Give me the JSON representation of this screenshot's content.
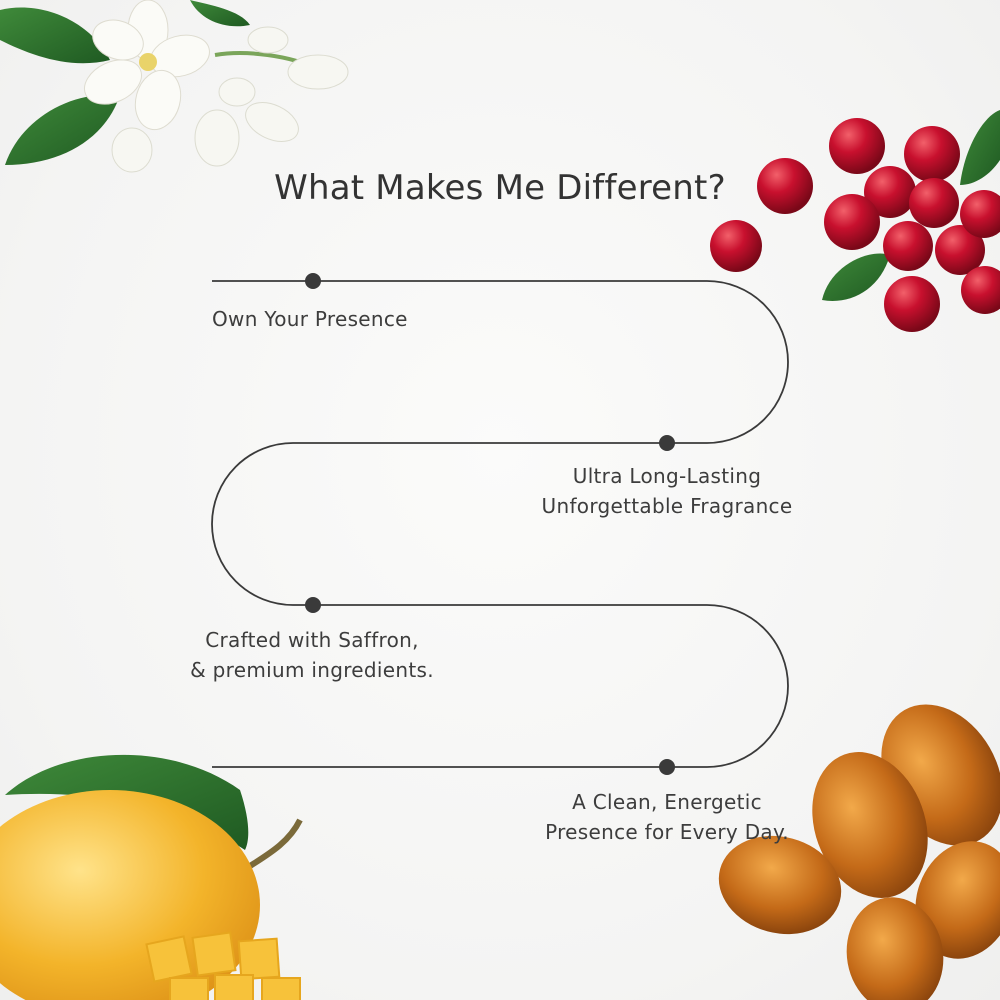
{
  "title": "What Makes Me Different?",
  "features": [
    {
      "lines": [
        "Own Your Presence"
      ]
    },
    {
      "lines": [
        "Ultra Long-Lasting",
        "Unforgettable Fragrance"
      ]
    },
    {
      "lines": [
        "Crafted with Saffron,",
        "& premium ingredients."
      ]
    },
    {
      "lines": [
        "A Clean, Energetic",
        "Presence for Every Day."
      ]
    }
  ],
  "decorations": [
    "jasmine-flowers",
    "cranberries",
    "mango",
    "dates"
  ],
  "colors": {
    "path": "#3a3a3a",
    "dot": "#3a3a3a",
    "text": "#3d3d3d"
  }
}
